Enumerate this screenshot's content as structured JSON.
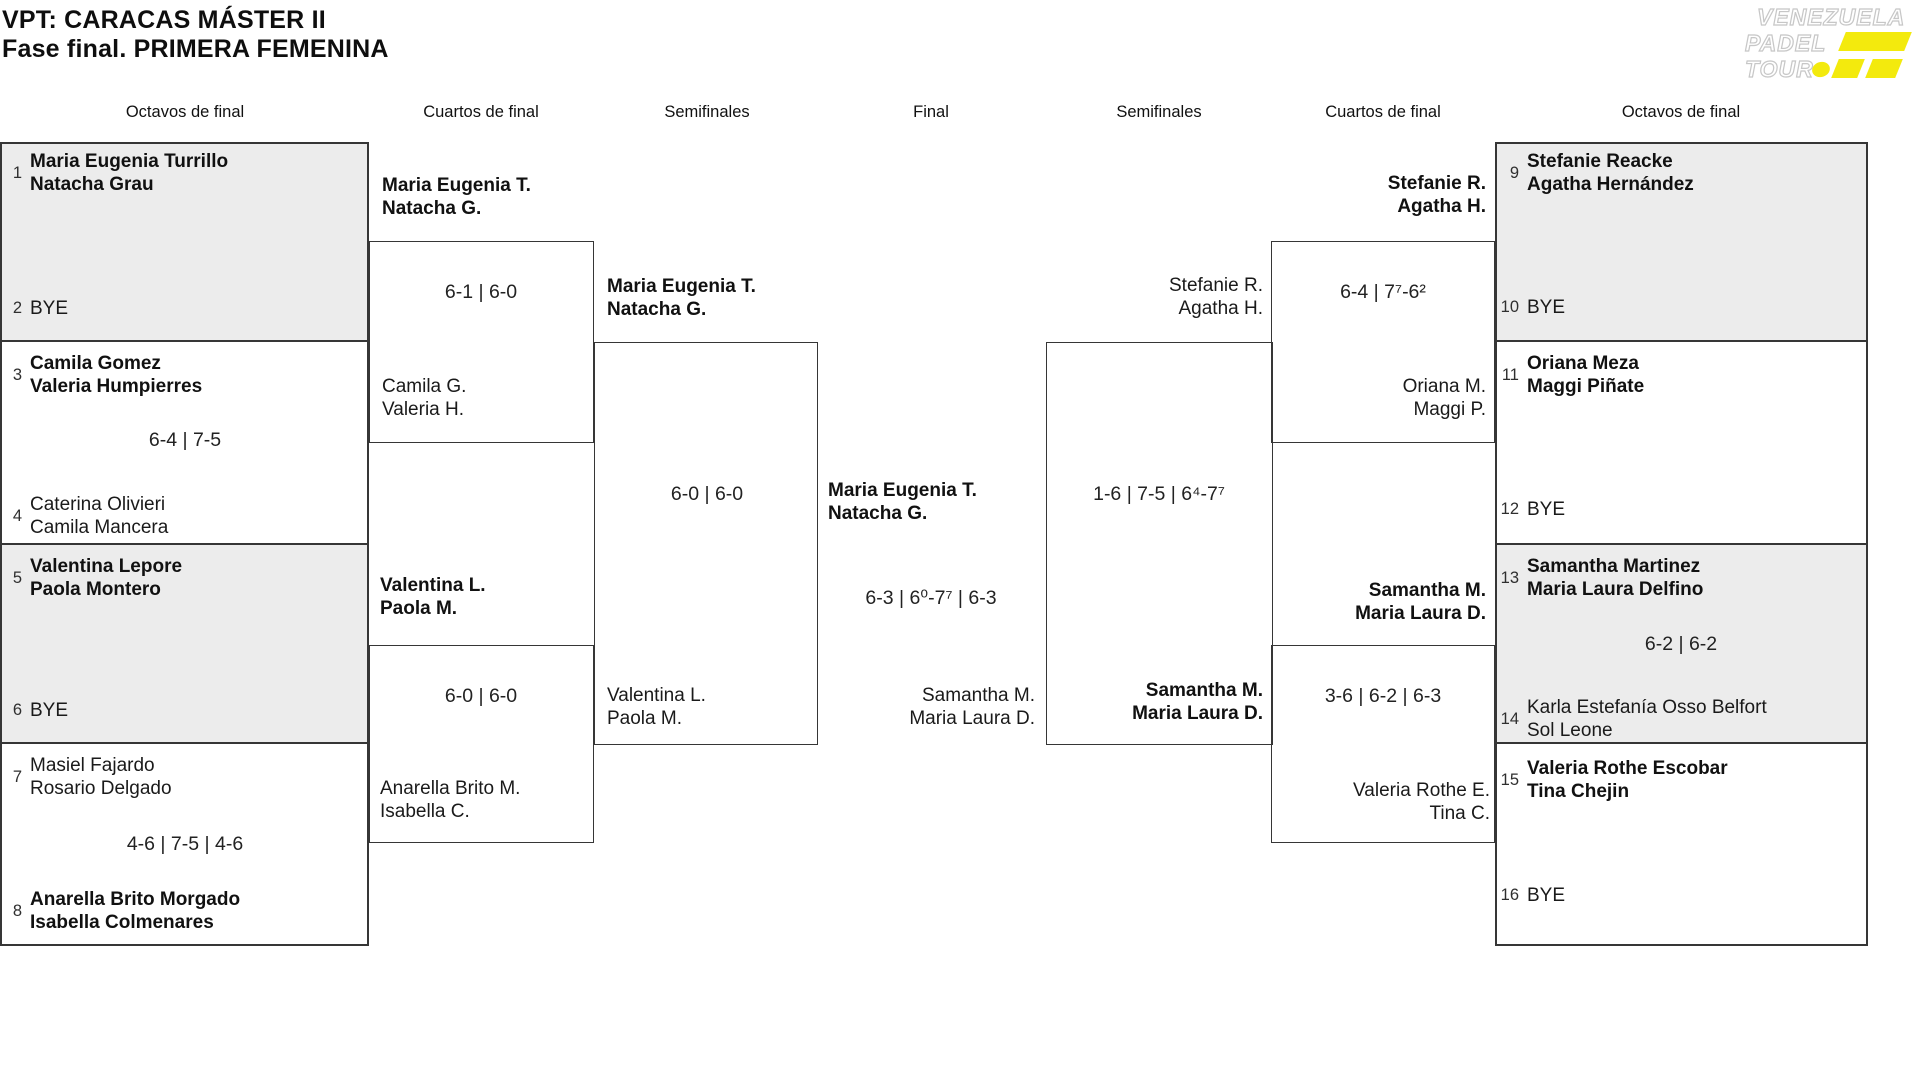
{
  "title": {
    "line1": "VPT: CARACAS MÁSTER II",
    "line2": "Fase final. PRIMERA FEMENINA"
  },
  "logo": {
    "line1": "VENEZUELA",
    "line2": "PADEL",
    "line3": "TOUR",
    "accent_color": "#f3ea0d"
  },
  "headers": {
    "oct_left": "Octavos de final",
    "qf_left": "Cuartos de final",
    "sf_left": "Semifinales",
    "final": "Final",
    "sf_right": "Semifinales",
    "qf_right": "Cuartos de final",
    "oct_right": "Octavos de final"
  },
  "seeds": {
    "1": {
      "num": "1",
      "line1": "Maria Eugenia Turrillo",
      "line2": "Natacha Grau"
    },
    "2": {
      "num": "2",
      "line1": "BYE"
    },
    "3": {
      "num": "3",
      "line1": "Camila Gomez",
      "line2": "Valeria Humpierres"
    },
    "4": {
      "num": "4",
      "line1": "Caterina Olivieri",
      "line2": "Camila Mancera"
    },
    "5": {
      "num": "5",
      "line1": "Valentina Lepore",
      "line2": "Paola Montero"
    },
    "6": {
      "num": "6",
      "line1": "BYE"
    },
    "7": {
      "num": "7",
      "line1": "Masiel Fajardo",
      "line2": "Rosario Delgado"
    },
    "8": {
      "num": "8",
      "line1": "Anarella Brito Morgado",
      "line2": "Isabella Colmenares"
    },
    "9": {
      "num": "9",
      "line1": "Stefanie Reacke",
      "line2": "Agatha Hernández"
    },
    "10": {
      "num": "10",
      "line1": "BYE"
    },
    "11": {
      "num": "11",
      "line1": "Oriana Meza",
      "line2": "Maggi Piñate"
    },
    "12": {
      "num": "12",
      "line1": "BYE"
    },
    "13": {
      "num": "13",
      "line1": "Samantha Martinez",
      "line2": "Maria Laura Delfino"
    },
    "14": {
      "num": "14",
      "line1": "Karla Estefanía Osso Belfort",
      "line2": "Sol Leone"
    },
    "15": {
      "num": "15",
      "line1": "Valeria Rothe Escobar",
      "line2": "Tina Chejin"
    },
    "16": {
      "num": "16",
      "line1": "BYE"
    }
  },
  "scores": {
    "oct_3_4": "6-4 | 7-5",
    "oct_7_8": "4-6 | 7-5 | 4-6",
    "oct_13_14": "6-2 | 6-2",
    "qf_left_top": "6-1 | 6-0",
    "qf_left_bottom": "6-0 | 6-0",
    "qf_right_top": "6-4 | 7⁷-6²",
    "qf_right_bottom": "3-6 | 6-2 | 6-3",
    "sf_left": "6-0 | 6-0",
    "sf_right": "1-6 | 7-5 | 6⁴-7⁷",
    "final": "6-3 | 6⁰-7⁷ | 6-3"
  },
  "labels": {
    "qf_left_top_winner": {
      "line1": "Maria Eugenia T.",
      "line2": "Natacha G."
    },
    "qf_left_top_loser": {
      "line1": "Camila G.",
      "line2": "Valeria H."
    },
    "qf_left_bottom_winner": {
      "line1": "Valentina L.",
      "line2": "Paola M."
    },
    "qf_left_bottom_loser": {
      "line1": "Anarella Brito M.",
      "line2": "Isabella C."
    },
    "sf_left_winner": {
      "line1": "Maria Eugenia T.",
      "line2": "Natacha G."
    },
    "sf_left_loser": {
      "line1": "Valentina L.",
      "line2": "Paola M."
    },
    "qf_right_top_winner": {
      "line1": "Stefanie R.",
      "line2": "Agatha H."
    },
    "qf_right_top_loser": {
      "line1": "Oriana M.",
      "line2": "Maggi P."
    },
    "qf_right_bottom_winner": {
      "line1": "Samantha M.",
      "line2": "Maria Laura D."
    },
    "qf_right_bottom_loser": {
      "line1": "Valeria Rothe E.",
      "line2": "Tina C."
    },
    "sf_right_loser": {
      "line1": "Stefanie R.",
      "line2": "Agatha H."
    },
    "sf_right_winner": {
      "line1": "Samantha M.",
      "line2": "Maria Laura D."
    },
    "final_champion": {
      "line1": "Maria Eugenia T.",
      "line2": "Natacha G."
    },
    "final_runner_up": {
      "line1": "Samantha M.",
      "line2": "Maria Laura D."
    }
  }
}
